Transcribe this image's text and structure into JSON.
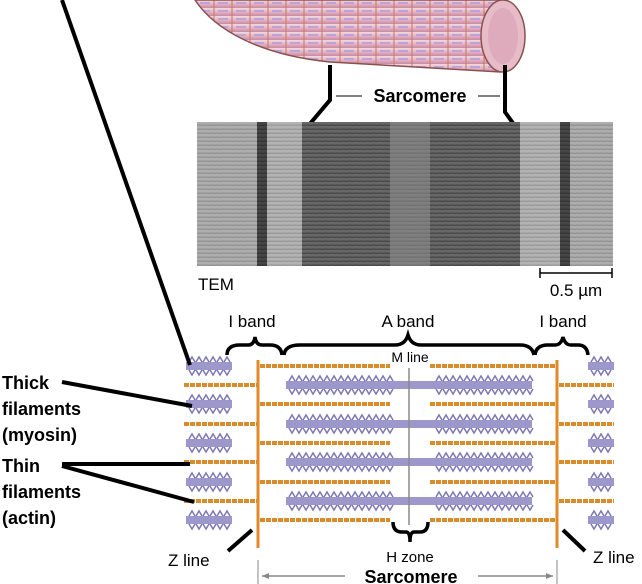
{
  "top": {
    "sarcomere_label": "Sarcomere"
  },
  "tem": {
    "label": "TEM",
    "scale_label": "0.5 µm"
  },
  "bands": {
    "i_band_left": "I band",
    "a_band": "A band",
    "i_band_right": "I band",
    "m_line": "M line",
    "h_zone": "H zone"
  },
  "left_labels": {
    "thick": [
      "Thick",
      "filaments",
      "(myosin)"
    ],
    "thin": [
      "Thin",
      "filaments",
      "(actin)"
    ]
  },
  "z_line_left": "Z line",
  "z_line_right": "Z line",
  "bottom": {
    "sarcomere_label": "Sarcomere"
  },
  "colors": {
    "actin": "#d98c2b",
    "myosin": "#9d98cc",
    "z_line": "#e08a2a",
    "fiber": "#e8b8c8"
  }
}
